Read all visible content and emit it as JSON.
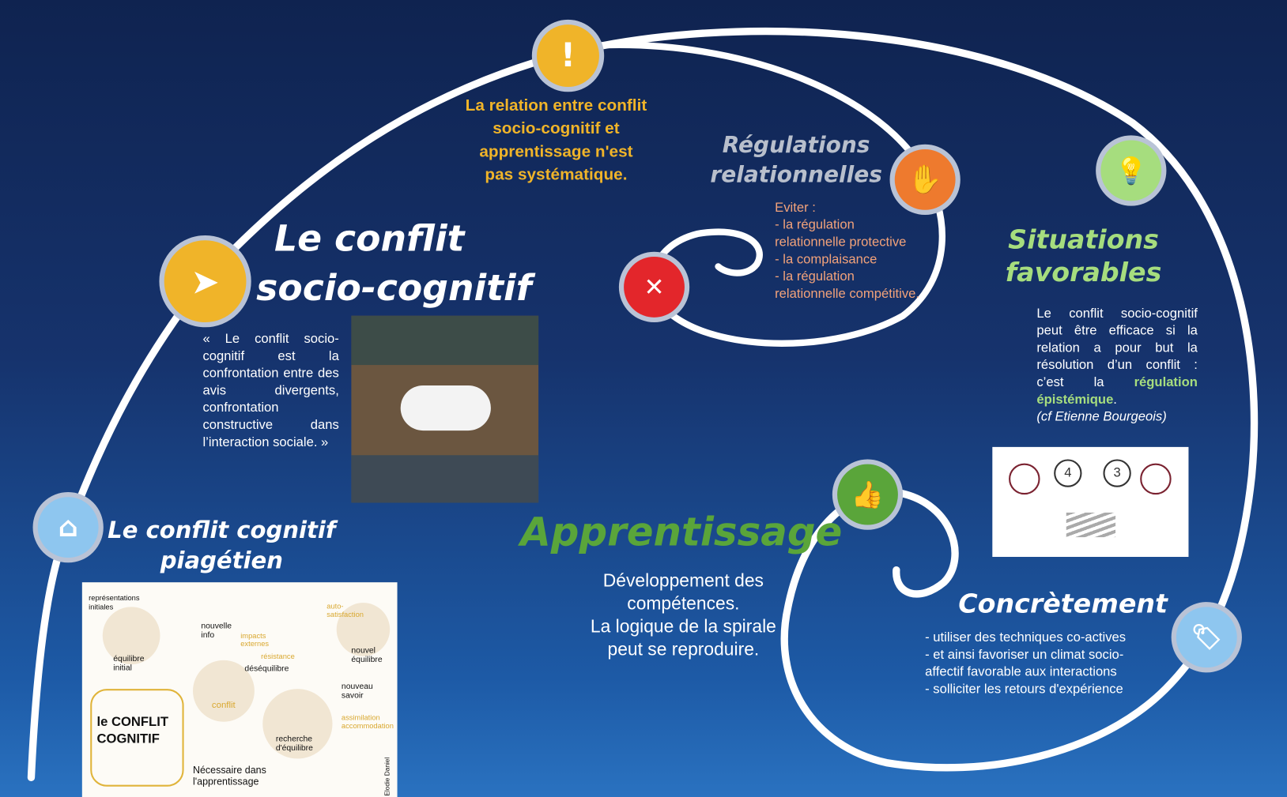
{
  "nodes": {
    "conflit_cognitif": {
      "icon": "home-icon",
      "color": "#8ec6ef"
    },
    "socio_cognitif": {
      "icon": "paper-plane-icon",
      "color": "#f0b429"
    },
    "relation": {
      "icon": "exclamation-icon",
      "color": "#f0b429",
      "glyph": "!"
    },
    "regulations": {
      "icon": "hand-stop-icon",
      "color": "#ee7a2e"
    },
    "eviter": {
      "icon": "close-icon",
      "color": "#e3262b",
      "glyph": "✕"
    },
    "situations": {
      "icon": "lightbulb-icon",
      "color": "#a6dd7e"
    },
    "apprentissage": {
      "icon": "thumbs-up-icon",
      "color": "#5aa53a"
    },
    "concretement": {
      "icon": "tag-icon",
      "color": "#8ec6ef"
    }
  },
  "conflit_cognitif": {
    "title_1": "Le conflit cognitif",
    "title_2": "piagétien",
    "sketch_lettering": [
      "représentations initiales",
      "équilibre initial",
      "nouvelle info",
      "impacts externes",
      "résistance",
      "déséquilibre",
      "conflit",
      "recherche d'équilibre",
      "nouveau savoir",
      "assimilation accommodation",
      "auto-satisfaction",
      "nouvel équilibre",
      "le CONFLIT COGNITIF",
      "Nécessaire dans l'apprentissage",
      "Elodie Daniel"
    ]
  },
  "socio_cognitif": {
    "title_1": "Le conflit",
    "title_2": "socio-cognitif",
    "quote": "« Le conflit socio-cognitif est la confrontation entre des avis divergents, confrontation constructive dans l’interaction sociale. »"
  },
  "relation": {
    "text": "La relation entre conflit socio-cognitif et apprentissage n'est pas systématique."
  },
  "regulations": {
    "title_1": "Régulations",
    "title_2": "relationnelles",
    "lines": [
      "Eviter :",
      "- la régulation",
      "relationnelle protective",
      "- la complaisance",
      "- la régulation",
      "relationnelle compétitive."
    ]
  },
  "situations": {
    "title_1": "Situations",
    "title_2": "favorables",
    "text_1": "Le conflit socio-cognitif peut être efficace si la relation a pour but la résolution d’un conflit : c’est la ",
    "highlight": "régulation épistémique",
    "text_2": ".",
    "citation": "(cf Etienne Bourgeois)",
    "sketch_lettering": [
      "4",
      "3"
    ]
  },
  "apprentissage": {
    "title": "Apprentissage",
    "lines": [
      "Développement des",
      "compétences.",
      "La logique de la spirale",
      "peut se reproduire."
    ]
  },
  "concretement": {
    "title": "Concrètement",
    "lines": [
      "- utiliser des techniques co-actives",
      "- et ainsi favoriser un climat socio-",
      "affectif favorable aux interactions",
      "- solliciter les retours d'expérience"
    ]
  }
}
